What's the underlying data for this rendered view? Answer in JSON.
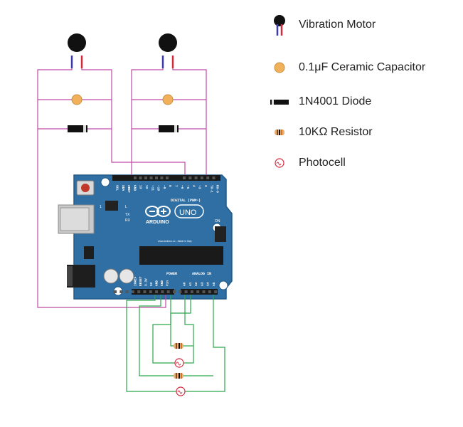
{
  "colors": {
    "wire_pink": "#c14aa8",
    "wire_green": "#2aa84a",
    "board_blue": "#2f6fa3",
    "board_dark": "#245a87",
    "capacitor": "#f0b15a",
    "motor_body": "#111111",
    "lead_blue": "#3b3bb0",
    "lead_red": "#d8283c",
    "resistor_body": "#e7b37a",
    "photocell_red": "#d8283c",
    "header_black": "#222222",
    "text_white": "#ffffff"
  },
  "legend": {
    "motor": "Vibration Motor",
    "capacitor": "0.1μF Ceramic Capacitor",
    "diode": "1N4001 Diode",
    "resistor": "10KΩ Resistor",
    "photocell": "Photocell"
  },
  "board": {
    "brand": "ARDUINO",
    "model": "UNO",
    "digital_label": "DIGITAL (PWM~)",
    "power_label": "POWER",
    "analog_label": "ANALOG IN",
    "on_label": "ON",
    "tx_label": "TX",
    "rx_label": "RX",
    "l_label": "L",
    "icsp_label": "1",
    "website": "www.arduino.cc - Made in Italy",
    "top_pins": [
      "SCL",
      "SDA",
      "AREF",
      "GND",
      "13",
      "12",
      "~11",
      "~10",
      "~9",
      "8",
      "7",
      "~6",
      "~5",
      "4",
      "~3",
      "2",
      "TX→1",
      "RX←0"
    ],
    "power_pins": [
      "IOREF",
      "RESET",
      "3.3V",
      "5V",
      "GND",
      "GND",
      "Vin"
    ],
    "analog_pins": [
      "A0",
      "A1",
      "A2",
      "A3",
      "A4",
      "A5"
    ]
  }
}
